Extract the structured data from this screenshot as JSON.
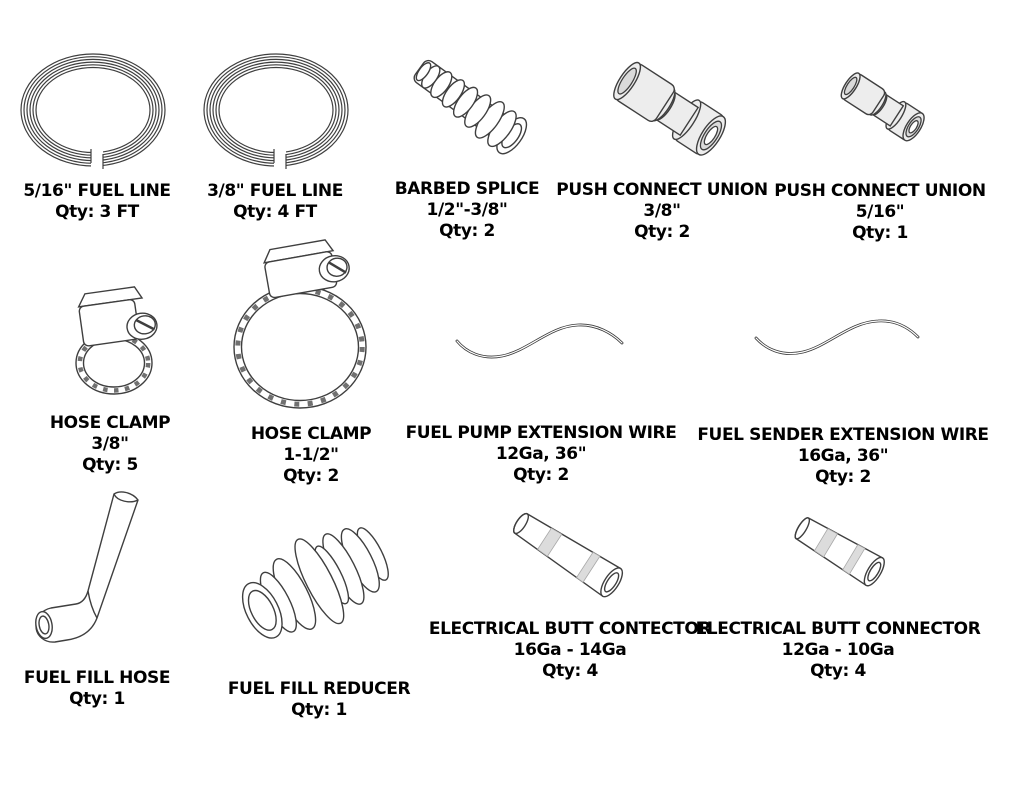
{
  "page": {
    "background": "#ffffff",
    "type": "fuel-system-parts-kit-diagram"
  },
  "colors": {
    "outline": "#3f3f3f",
    "shade": "#ededed",
    "ring": "#dadada",
    "crimp_band": "#dcdcdc",
    "text": "#000000"
  },
  "items": [
    {
      "name": "5/16\" FUEL LINE",
      "qty": "Qty: 3 FT"
    },
    {
      "name": "3/8\" FUEL LINE",
      "qty": "Qty: 4 FT"
    },
    {
      "name": "BARBED SPLICE",
      "spec": "1/2\"-3/8\"",
      "qty": "Qty: 2"
    },
    {
      "name": "PUSH CONNECT UNION",
      "spec": "3/8\"",
      "qty": "Qty: 2"
    },
    {
      "name": "PUSH CONNECT UNION",
      "spec": "5/16\"",
      "qty": "Qty: 1"
    },
    {
      "name": "HOSE CLAMP",
      "spec": "3/8\"",
      "qty": "Qty: 5"
    },
    {
      "name": "HOSE CLAMP",
      "spec": "1-1/2\"",
      "qty": "Qty: 2"
    },
    {
      "name": "FUEL PUMP EXTENSION WIRE",
      "spec": "12Ga, 36\"",
      "qty": "Qty: 2"
    },
    {
      "name": "FUEL SENDER EXTENSION WIRE",
      "spec": "16Ga, 36\"",
      "qty": "Qty: 2"
    },
    {
      "name": "FUEL FILL HOSE",
      "qty": "Qty: 1"
    },
    {
      "name": "FUEL FILL REDUCER",
      "qty": "Qty: 1"
    },
    {
      "name": "ELECTRICAL BUTT CONTECTOR",
      "spec": "16Ga - 14Ga",
      "qty": "Qty: 4"
    },
    {
      "name": "ELECTRICAL BUTT CONNECTOR",
      "spec": "12Ga - 10Ga",
      "qty": "Qty: 4"
    }
  ]
}
